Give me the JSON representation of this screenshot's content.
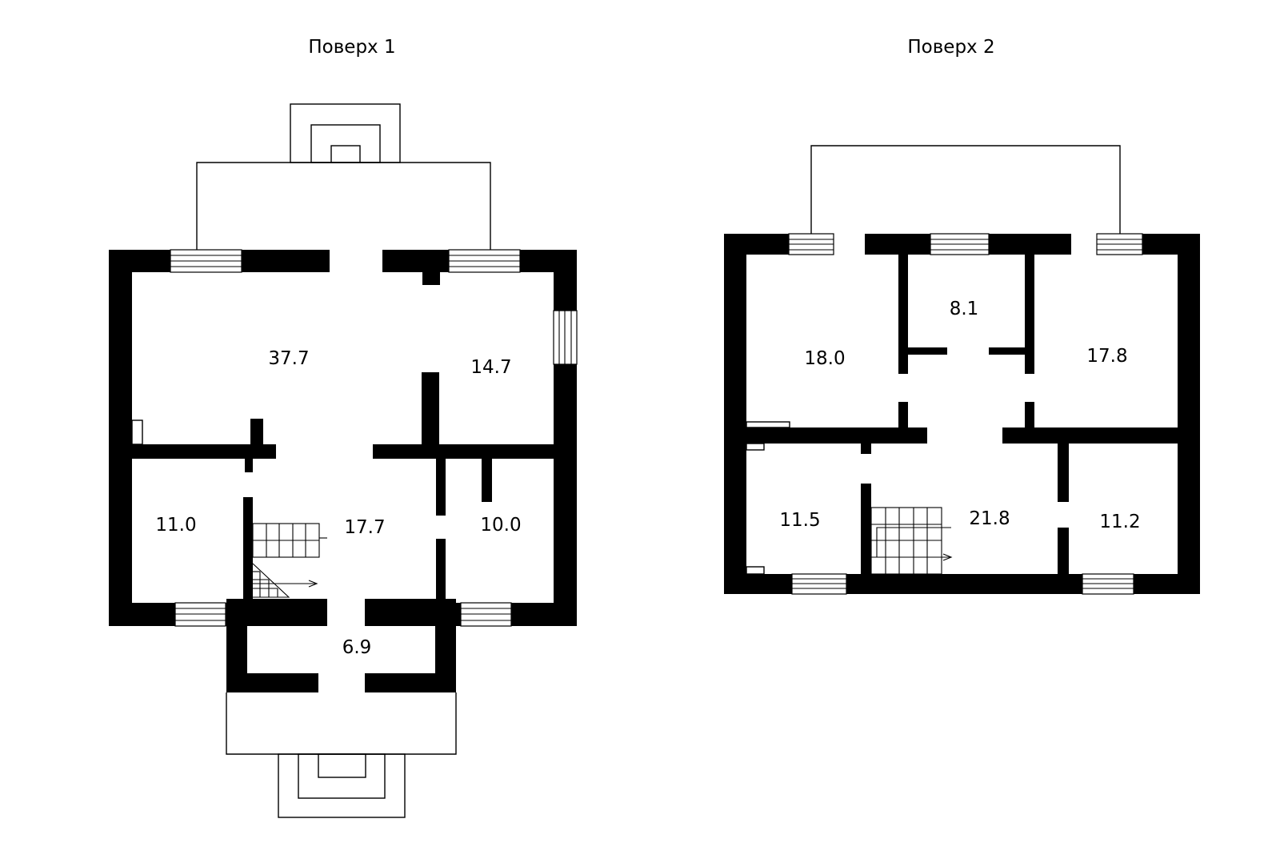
{
  "floors": [
    {
      "title": "Поверх 1",
      "rooms": [
        "37.7",
        "14.7",
        "11.0",
        "17.7",
        "10.0",
        "6.9"
      ]
    },
    {
      "title": "Поверх 2",
      "rooms": [
        "8.1",
        "18.0",
        "17.8",
        "11.5",
        "21.8",
        "11.2"
      ]
    }
  ],
  "colors": {
    "wall": "#000000",
    "background": "#ffffff"
  }
}
